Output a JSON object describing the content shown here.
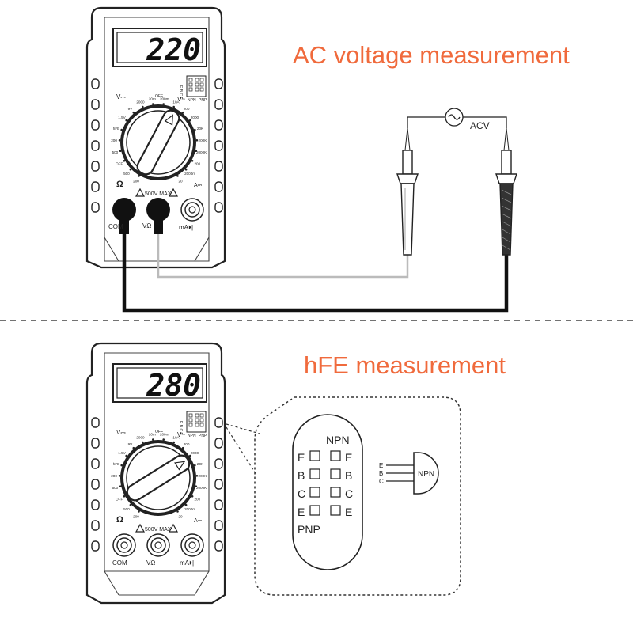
{
  "titles": {
    "ac": "AC voltage measurement",
    "hfe": "hFE measurement"
  },
  "meter_top": {
    "display": "220",
    "labels": {
      "vdc": "V⎓",
      "vac": "V~",
      "off": "OFF",
      "a": "A⎓",
      "ohm": "Ω",
      "warning": "500V MAX",
      "com": "COM",
      "vohm": "VΩ",
      "ma": "mA⏵|",
      "hfe": "hFE",
      "npn": "NPN",
      "pnp": "PNP",
      "ebce": "E B C E"
    }
  },
  "meter_bottom": {
    "display": "280",
    "labels": {
      "vdc": "V⎓",
      "vac": "V~",
      "off": "OFF",
      "a": "A⎓",
      "ohm": "Ω",
      "warning": "500V MAX",
      "com": "COM",
      "vohm": "VΩ",
      "ma": "mA⏵|",
      "hfe": "hFE",
      "npn": "NPN",
      "pnp": "PNP",
      "ebce": "E B C E"
    }
  },
  "dial_labels": [
    "200",
    "500",
    "OFF",
    "500",
    "200",
    "hFE",
    "1.5V",
    "9V",
    "2000",
    "20m",
    "200m",
    "10A",
    "200",
    "2000",
    "20K",
    "200K",
    "2000K",
    "200",
    "2000m",
    "20"
  ],
  "circuit": {
    "source_label": "ACV",
    "source_icon": "ac-source-icon"
  },
  "socket": {
    "npn_label": "NPN",
    "pnp_label": "PNP",
    "left_pins": [
      "E",
      "B",
      "C",
      "E"
    ],
    "right_pins": [
      "E",
      "B",
      "C",
      "E"
    ]
  },
  "transistor": {
    "label": "NPN",
    "pins": [
      "E",
      "B",
      "C"
    ]
  },
  "colors": {
    "title": "#f06a3c",
    "outline": "#222222",
    "black_lead": "#111111",
    "red_lead_drawn_as": "#bbbbbb"
  }
}
